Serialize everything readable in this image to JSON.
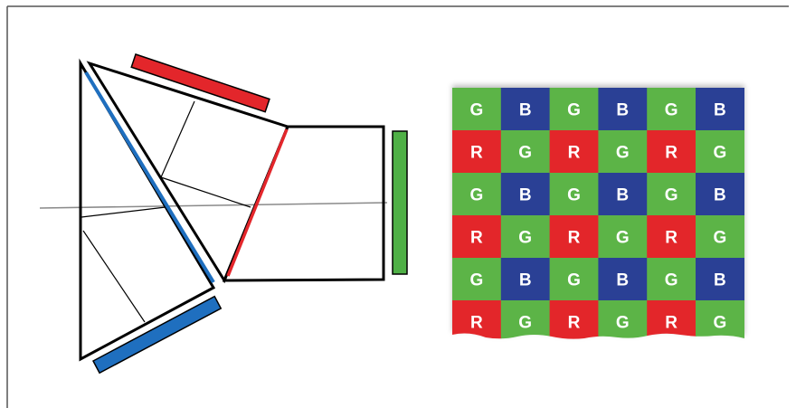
{
  "colors": {
    "red": "#e3262b",
    "green": "#5cb447",
    "blue": "#2a4195",
    "blue_filter": "#1f6fbf",
    "frame": "#555555",
    "prism_stroke": "#000000",
    "axis": "#8a8a8a",
    "cell_text": "#ffffff"
  },
  "bayer_mosaic": {
    "rows": [
      [
        "G",
        "B",
        "G",
        "B",
        "G",
        "B"
      ],
      [
        "R",
        "G",
        "R",
        "G",
        "R",
        "G"
      ],
      [
        "G",
        "B",
        "G",
        "B",
        "G",
        "B"
      ],
      [
        "R",
        "G",
        "R",
        "G",
        "R",
        "G"
      ],
      [
        "G",
        "B",
        "G",
        "B",
        "G",
        "B"
      ],
      [
        "R",
        "G",
        "R",
        "G",
        "R",
        "G"
      ]
    ]
  }
}
